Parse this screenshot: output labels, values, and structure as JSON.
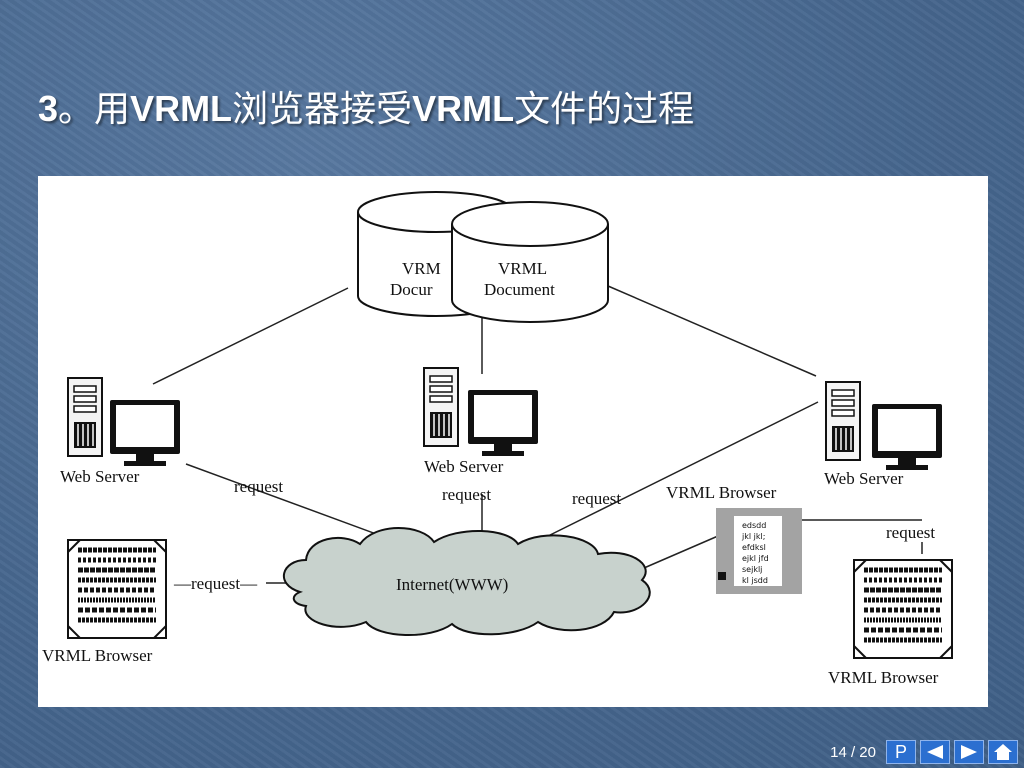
{
  "title": {
    "number": "3",
    "sep": "。",
    "p1": "用",
    "b1": "VRML",
    "p2": "浏览器接受",
    "b2": "VRML",
    "p3": "文件的过程"
  },
  "diagram": {
    "doc_back_l1": "VRM",
    "doc_back_l2": "Docur",
    "doc_front_l1": "VRML",
    "doc_front_l2": "Document",
    "server_left": "Web  Server",
    "server_center": "Web  Server",
    "server_right": "Web  Server",
    "req_1": "request",
    "req_2": "request",
    "req_3": "request",
    "req_4": "—request—",
    "req_5": "request",
    "cloud": "Internet(WWW)",
    "browser_left": "VRML  Browser",
    "browser_top": "VRML  Browser",
    "browser_bottom": "VRML  Browser",
    "screen_lines": [
      "edsdd",
      "jkl jkl;",
      "efdksl",
      "ejkl jfd",
      "sejklj",
      "kl jsdd"
    ]
  },
  "footer": {
    "page": "14 / 20",
    "p_label": "P"
  },
  "colors": {
    "background": "#4a6b93",
    "cloud": "#c8d2cd",
    "nav": "#2b6fd0"
  }
}
